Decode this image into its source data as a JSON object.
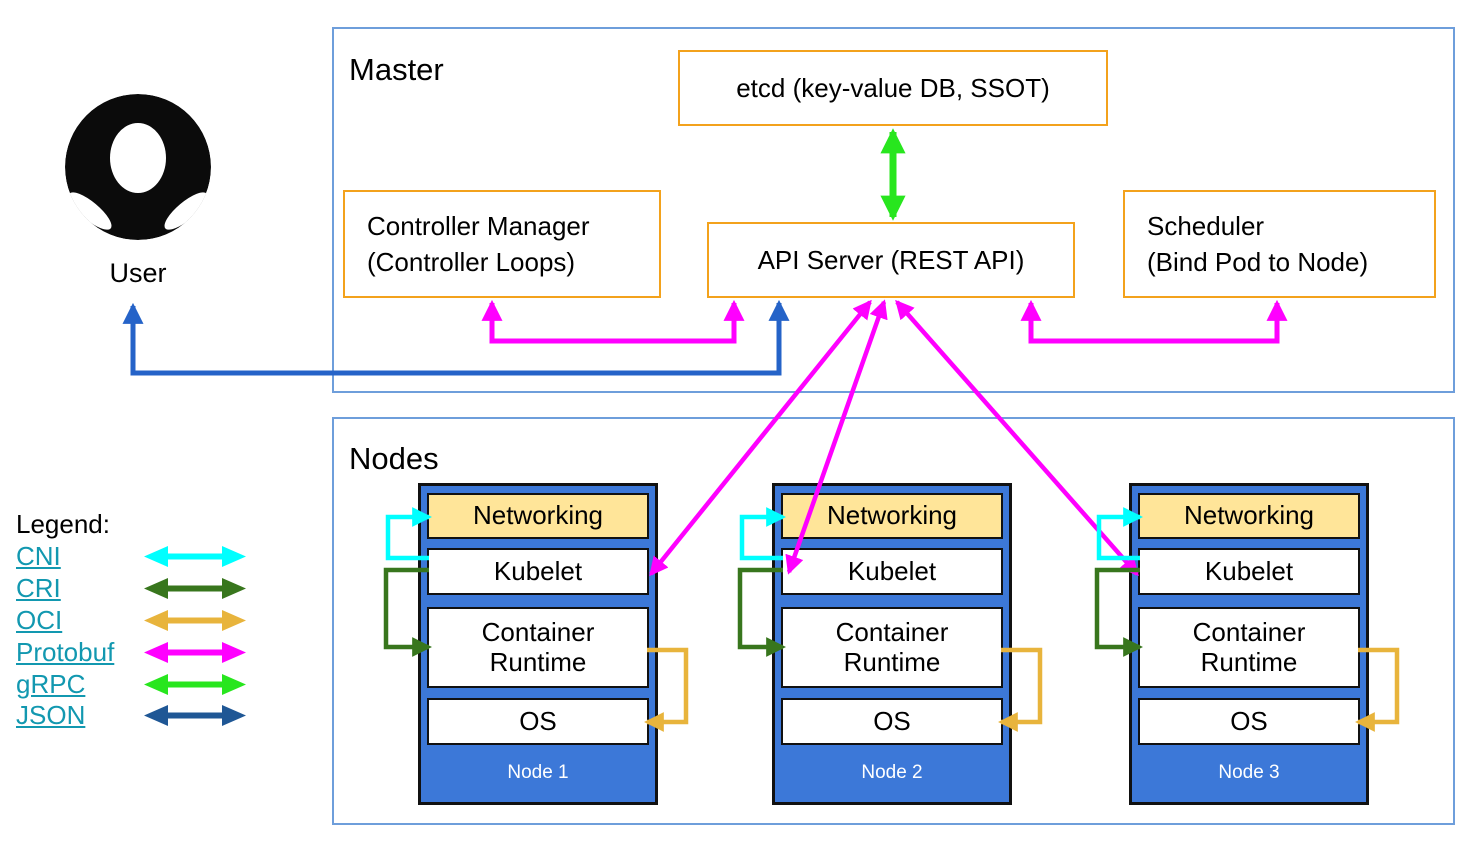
{
  "user": {
    "label": "User"
  },
  "master": {
    "title": "Master",
    "etcd": {
      "label": "etcd (key-value DB, SSOT)"
    },
    "controller_manager": {
      "line1": "Controller Manager",
      "line2": "(Controller Loops)"
    },
    "api_server": {
      "label": "API Server (REST API)"
    },
    "scheduler": {
      "line1": "Scheduler",
      "line2": "(Bind Pod to Node)"
    }
  },
  "nodes_section": {
    "title": "Nodes",
    "nodes": [
      {
        "networking": "Networking",
        "kubelet": "Kubelet",
        "runtime": "Container Runtime",
        "os": "OS",
        "label": "Node 1"
      },
      {
        "networking": "Networking",
        "kubelet": "Kubelet",
        "runtime": "Container Runtime",
        "os": "OS",
        "label": "Node 2"
      },
      {
        "networking": "Networking",
        "kubelet": "Kubelet",
        "runtime": "Container Runtime",
        "os": "OS",
        "label": "Node 3"
      }
    ]
  },
  "legend": {
    "title": "Legend:",
    "items": [
      {
        "label": "CNI",
        "color": "#00FFFF"
      },
      {
        "label": "CRI",
        "color": "#38761D"
      },
      {
        "label": "OCI",
        "color": "#E8B43C"
      },
      {
        "label": "Protobuf",
        "color": "#FF00FF"
      },
      {
        "label": "gRPC",
        "color": "#28E61E"
      },
      {
        "label": "JSON",
        "color": "#1F5795"
      }
    ]
  },
  "colors": {
    "section_border": "#6E9EDB",
    "component_border": "#F3A21C",
    "node_blue": "#3C78D8",
    "networking_yellow": "#FFE599",
    "cni": "#00FFFF",
    "cri": "#38761D",
    "oci": "#E8B43C",
    "protobuf": "#FF00FF",
    "grpc": "#28E61E",
    "json_legend": "#1F5795",
    "json_arrow": "#2563C8",
    "legend_link": "#1298B0"
  }
}
